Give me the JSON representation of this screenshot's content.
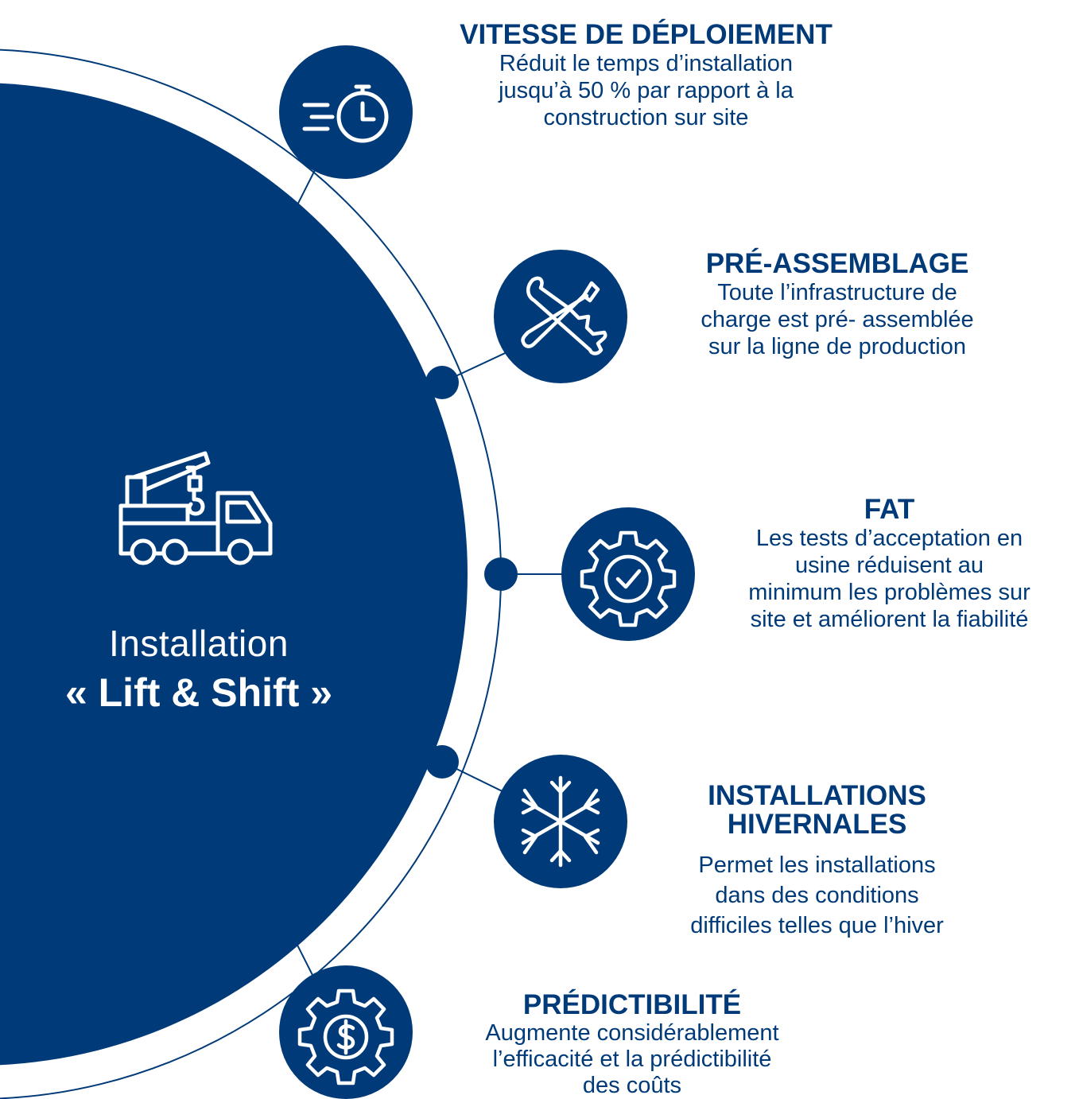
{
  "hub": {
    "title": "Installation",
    "subtitle": "« Lift & Shift »",
    "icon": "crane-truck-icon"
  },
  "features": [
    {
      "id": "speed",
      "title": "VITESSE DE DÉPLOIEMENT",
      "description": [
        "Réduit le temps d’installation",
        "jusqu’à 50 % par rapport à la",
        "construction sur site"
      ],
      "icon": "stopwatch-speed-icon"
    },
    {
      "id": "pre",
      "title": "PRÉ-ASSEMBLAGE",
      "description": [
        "Toute l’infrastructure de",
        "charge est pré- assemblée",
        "sur la ligne de production"
      ],
      "icon": "wrench-screwdriver-icon"
    },
    {
      "id": "fat",
      "title": "FAT",
      "description": [
        "Les tests d’acceptation en",
        "usine réduisent au",
        "minimum les problèmes sur",
        "site et améliorent la fiabilité"
      ],
      "icon": "gear-check-icon"
    },
    {
      "id": "winter",
      "title": [
        "INSTALLATIONS",
        "HIVERNALES"
      ],
      "description": [
        "Permet les installations",
        "dans des conditions",
        "difficiles telles que l’hiver"
      ],
      "icon": "snowflake-icon"
    },
    {
      "id": "pred",
      "title": "PRÉDICTIBILITÉ",
      "description": [
        "Augmente considérablement",
        "l’efficacité et la prédictibilité",
        "des coûts"
      ],
      "icon": "gear-dollar-icon"
    }
  ],
  "colors": {
    "primary": "#003a78",
    "background": "#ffffff",
    "icon_stroke": "#ffffff"
  }
}
